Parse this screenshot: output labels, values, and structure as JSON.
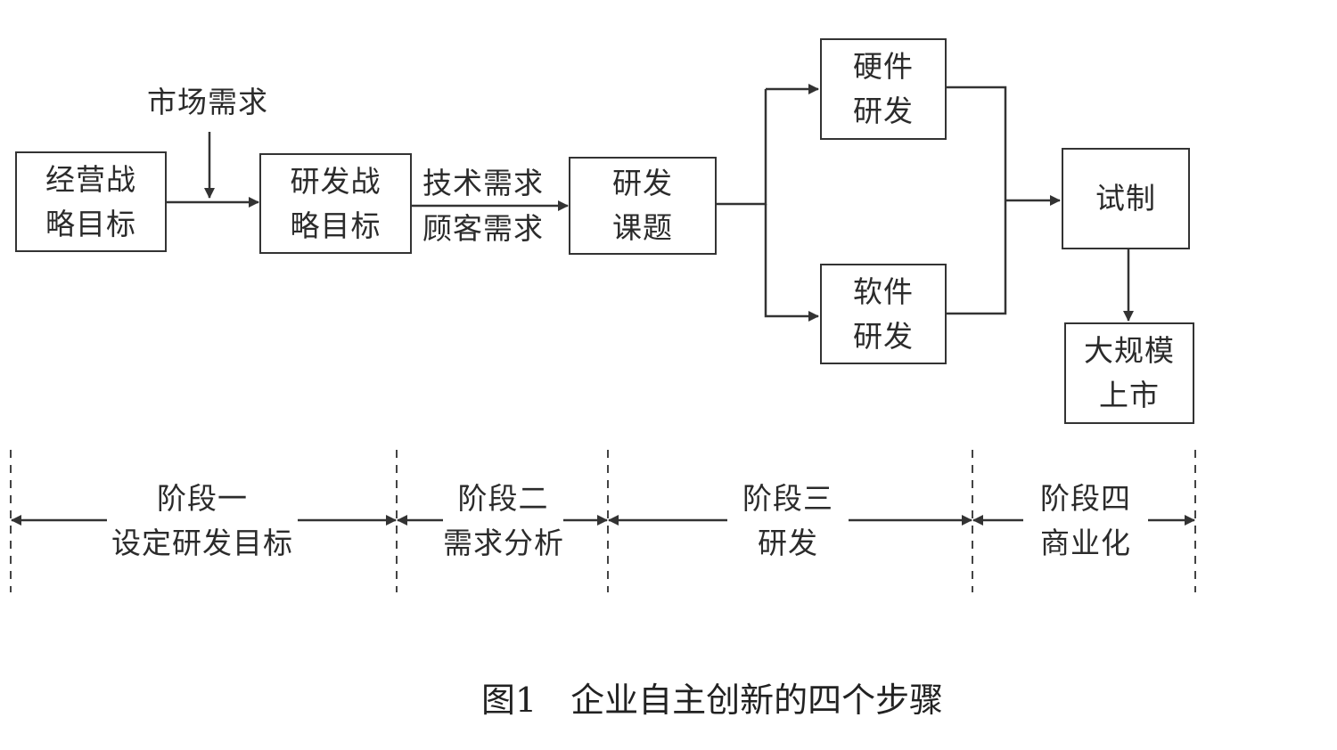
{
  "nodes": {
    "business_goal": [
      "经营战",
      "略目标"
    ],
    "rd_strategy": [
      "研发战",
      "略目标"
    ],
    "rd_topic": [
      "研发",
      "课题"
    ],
    "hardware_rd": [
      "硬件",
      "研发"
    ],
    "software_rd": [
      "软件",
      "研发"
    ],
    "trial": [
      "试制"
    ],
    "mass_market": [
      "大规模",
      "上市"
    ]
  },
  "inputs": {
    "market_demand": "市场需求",
    "requirements": [
      "技术需求",
      "顾客需求"
    ]
  },
  "stages": [
    {
      "name": "阶段一",
      "desc": "设定研发目标"
    },
    {
      "name": "阶段二",
      "desc": "需求分析"
    },
    {
      "name": "阶段三",
      "desc": "研发"
    },
    {
      "name": "阶段四",
      "desc": "商业化"
    }
  ],
  "caption": "图1　企业自主创新的四个步骤",
  "colors": {
    "line": "#333333",
    "text": "#2b2b2b"
  }
}
